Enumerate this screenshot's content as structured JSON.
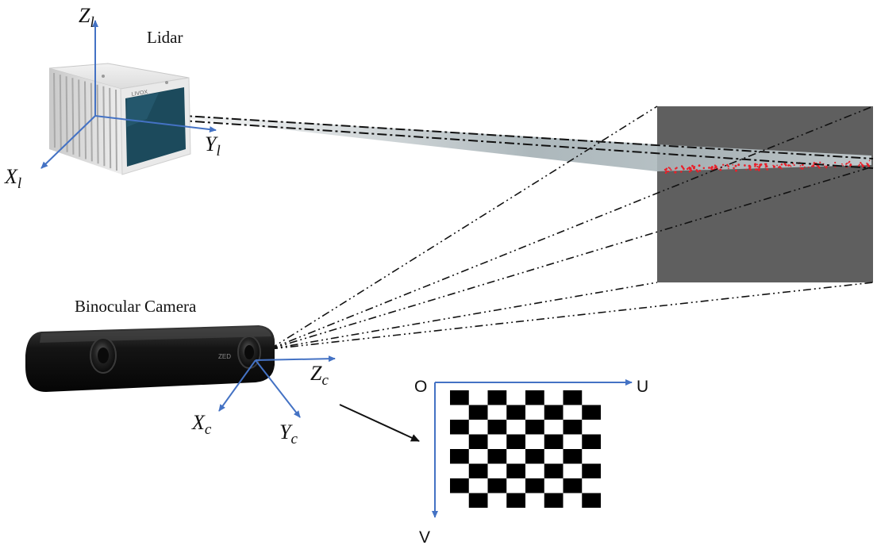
{
  "labels": {
    "lidar": "Lidar",
    "camera": "Binocular Camera",
    "origin": "O",
    "u_axis": "U",
    "v_axis": "V"
  },
  "lidar_axes": {
    "z_base": "Z",
    "z_sub": "l",
    "y_base": "Y",
    "y_sub": "l",
    "x_base": "X",
    "x_sub": "l"
  },
  "camera_axes": {
    "z_base": "Z",
    "z_sub": "c",
    "x_base": "X",
    "x_sub": "c",
    "y_base": "Y",
    "y_sub": "c"
  },
  "device_text": {
    "lidar_brand": "LIVOX",
    "camera_brand": "ZED"
  },
  "checkerboard": {
    "rows": 8,
    "cols": 8
  },
  "colors": {
    "axis_blue": "#4472c4",
    "board_panel": "#5f5f5f",
    "laser_points": "#e8202a",
    "device_black": "#151515",
    "lidar_face": "#1c4a5c"
  }
}
